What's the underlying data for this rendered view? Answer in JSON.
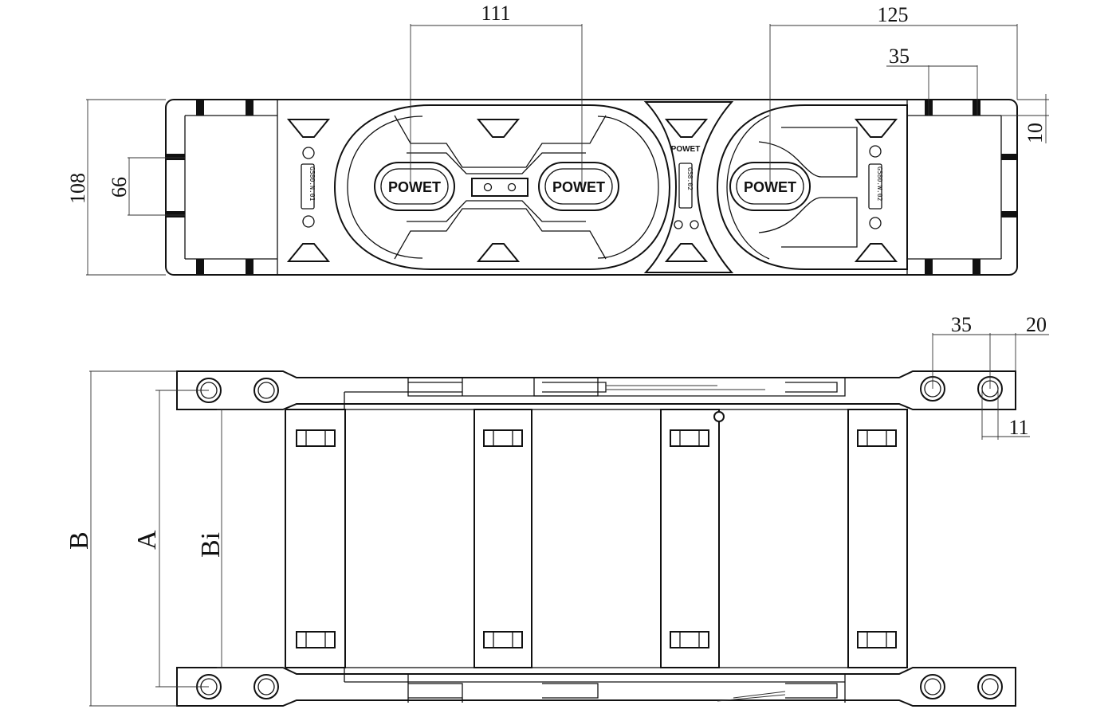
{
  "top_view": {
    "brand_left": "POWET",
    "brand_center": "POWET",
    "brand_right": "POWET",
    "brand_small": "POWET",
    "part_left": "G580.N.01",
    "part_center": "G58.02",
    "part_right": "G580.W.02"
  },
  "dimensions": {
    "top_pitch": "111",
    "top_length": "125",
    "top_small": "35",
    "top_height_overall": "108",
    "top_height_inner": "66",
    "top_edge": "10",
    "bottom_small": "35",
    "bottom_offset": "20",
    "bottom_hole": "11",
    "width_B": "B",
    "width_A": "A",
    "width_Bi": "Bi"
  }
}
